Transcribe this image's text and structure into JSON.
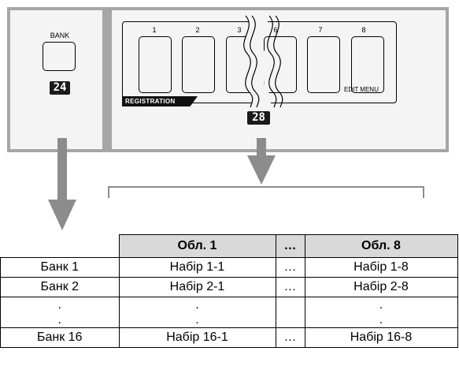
{
  "panel": {
    "bank_label": "BANK",
    "bank_badge": "24",
    "area_badge": "28",
    "registration_tag": "REGISTRATION",
    "edit_menu": "EDIT MENU",
    "numbers": [
      "1",
      "2",
      "3",
      "6",
      "7",
      "8"
    ]
  },
  "table": {
    "headers": [
      "",
      "Обл. 1",
      "…",
      "Обл. 8"
    ],
    "rows": [
      [
        "Банк 1",
        "Набір 1-1",
        "…",
        "Набір 1-8"
      ],
      [
        "Банк 2",
        "Набір 2-1",
        "…",
        "Набір 2-8"
      ],
      [
        ".",
        ".",
        "",
        "."
      ],
      [
        ".",
        ".",
        "",
        "."
      ],
      [
        "Банк 16",
        "Набір 16-1",
        "…",
        "Набір 16-8"
      ]
    ]
  },
  "colors": {
    "panel_border": "#a6a6a6",
    "panel_fill": "#f4f4f4",
    "arrow": "#8c8c8c",
    "header_fill": "#d9d9d9"
  }
}
